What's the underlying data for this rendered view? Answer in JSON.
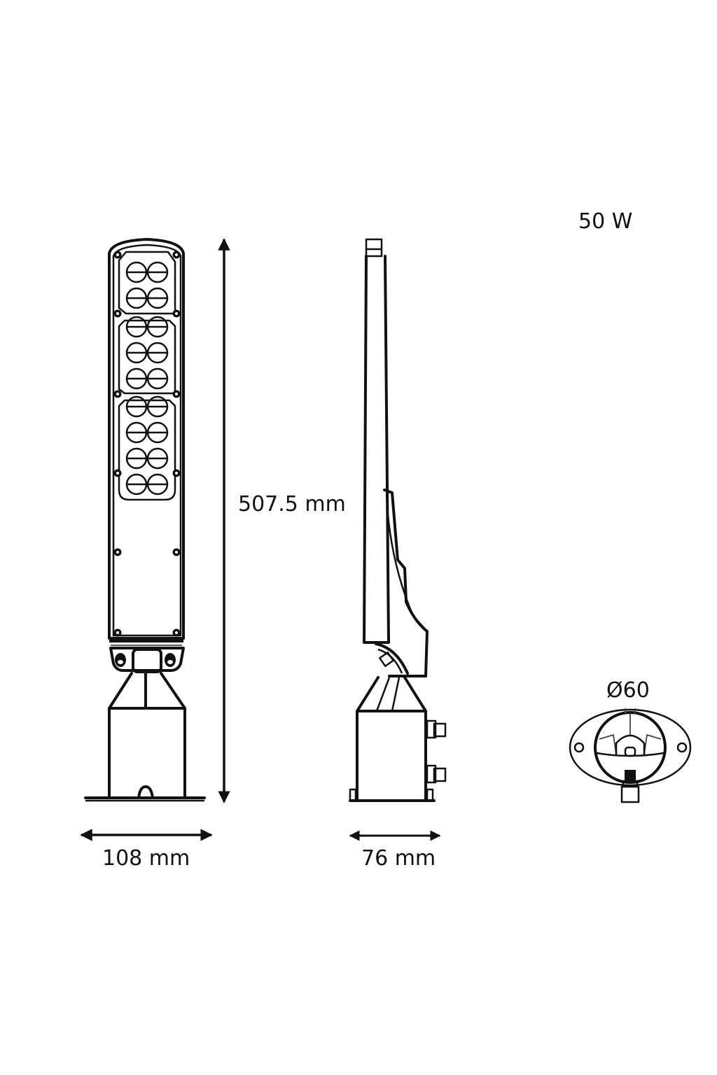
{
  "product": {
    "power_label": "50 W"
  },
  "dimensions": {
    "height": "507.5 mm",
    "front_width": "108 mm",
    "side_depth": "76 mm",
    "mount_diameter": "Ø60"
  },
  "views": [
    {
      "name": "front-view",
      "led_rows": 9,
      "leds_per_row": 2
    },
    {
      "name": "side-view"
    },
    {
      "name": "mount-top-view"
    }
  ],
  "colors": {
    "line": "#111111",
    "background": "#ffffff"
  }
}
